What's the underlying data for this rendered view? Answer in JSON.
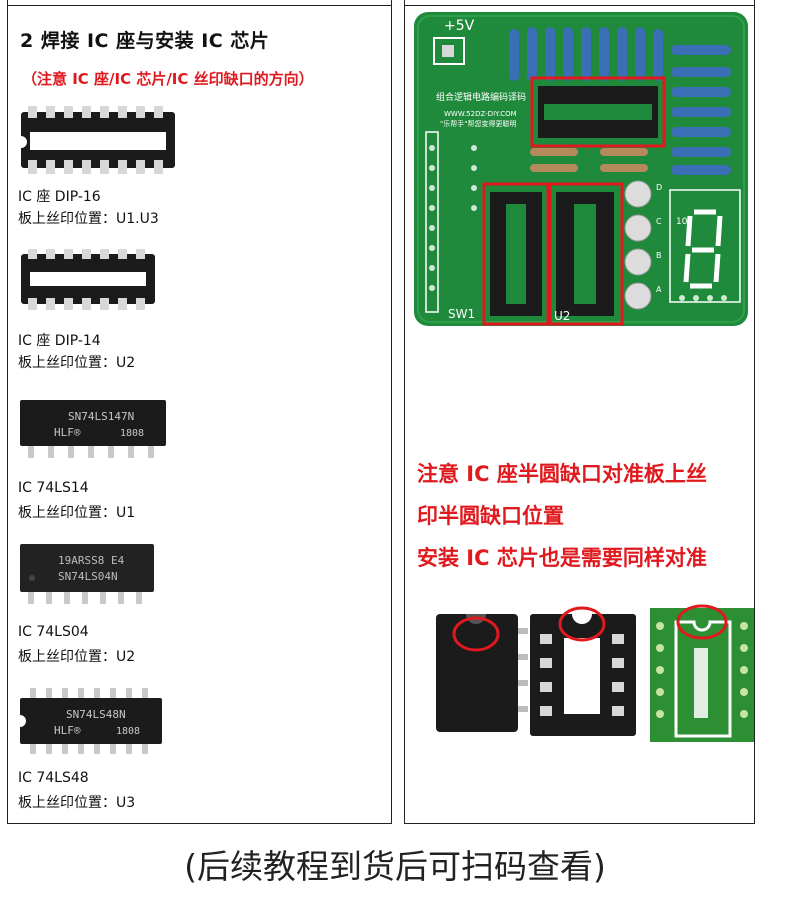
{
  "left_panel": {
    "title": "2 焊接 IC 座与安装 IC 芯片",
    "note": "（注意 IC 座/IC 芯片/IC 丝印缺口的方向）",
    "components": [
      {
        "name": "IC 座 DIP-16",
        "position": "板上丝印位置：U1.U3"
      },
      {
        "name": "IC 座 DIP-14",
        "position": "板上丝印位置：U2"
      },
      {
        "name": "IC 74LS14",
        "position": "板上丝印位置：U1",
        "chip_text1": "SN74LS147N",
        "chip_text2": "HLF®",
        "chip_text3": "1808"
      },
      {
        "name": "IC 74LS04",
        "position": "板上丝印位置：U2",
        "chip_text1": "19ARSS8 E4",
        "chip_text2": "SN74LS04N"
      },
      {
        "name": "IC 74LS48",
        "position": "板上丝印位置：U3",
        "chip_text1": "SN74LS48N",
        "chip_text2": "HLF®",
        "chip_text3": "1808"
      }
    ]
  },
  "right_panel": {
    "pcb": {
      "power_label": "+5V",
      "title_cn": "组合逻辑电路编码译码",
      "website": "WWW.52DZ-DIY.COM",
      "slogan": "\"乐帮手\"帮您变得更聪明",
      "sw_label": "SW1",
      "u2_label": "U2",
      "seg_labels": [
        "D",
        "C",
        "B",
        "A"
      ],
      "seg_number": "10"
    },
    "instructions": [
      "注意 IC 座半圆缺口对准板上丝",
      "印半圆缺口位置",
      "安装 IC 芯片也是需要同样对准"
    ]
  },
  "footer": "(后续教程到货后可扫码查看)",
  "colors": {
    "red": "#e0191e",
    "pcb_green": "#1f8a3c",
    "chip_black": "#1b1b1b",
    "pin_silver": "#c9c9c9"
  }
}
